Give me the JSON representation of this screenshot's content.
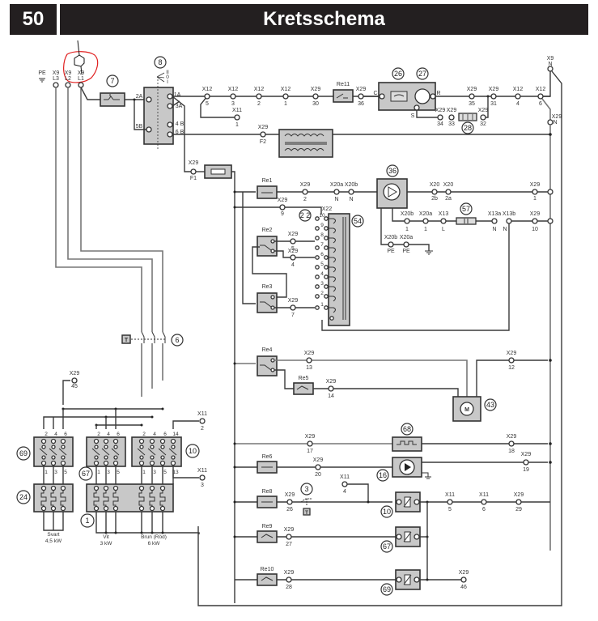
{
  "header": {
    "page_number": "50",
    "title": "Kretsschema"
  },
  "colors": {
    "header_bg": "#231f20",
    "component_fill": "#c8c8c8",
    "annotation_red": "#e02020"
  },
  "supply": {
    "pe": "PE",
    "terminals": [
      {
        "id": "X9",
        "pin": "L3"
      },
      {
        "id": "X9",
        "pin": "L2"
      },
      {
        "id": "X9",
        "pin": "L1"
      }
    ],
    "neutral": {
      "id": "X9",
      "pin": "N"
    }
  },
  "components": {
    "c7": "7",
    "c8": "8",
    "c26": "26",
    "c27": "27",
    "c28": "28",
    "c36": "36",
    "c54": "54",
    "c57": "57",
    "c22": "2 2",
    "c6": "6",
    "c69": "69",
    "c67": "67",
    "c10": "10",
    "c24": "24",
    "c1": "1",
    "c43": "43",
    "c68": "68",
    "c16": "16",
    "c3": "3",
    "c10b": "10",
    "c67b": "67",
    "c69b": "69"
  },
  "switch8": {
    "positions": [
      "II",
      "0",
      "I"
    ],
    "contacts": [
      "1A",
      "3A",
      "4 B",
      "6 B",
      "2A",
      "5B"
    ]
  },
  "top_row": [
    {
      "id": "X12",
      "pin": "5"
    },
    {
      "id": "X12",
      "pin": "3"
    },
    {
      "id": "X12",
      "pin": "2"
    },
    {
      "id": "X12",
      "pin": "1"
    },
    {
      "id": "X29",
      "pin": "30"
    },
    {
      "id": "X29",
      "pin": "36"
    },
    {
      "id": "X29",
      "pin": "35"
    },
    {
      "id": "X29",
      "pin": "31"
    },
    {
      "id": "X12",
      "pin": "4"
    },
    {
      "id": "X12",
      "pin": "6"
    }
  ],
  "relays": {
    "re11": "Re11",
    "re1": "Re1",
    "re2": "Re2",
    "re3": "Re3",
    "re4": "Re4",
    "re5": "Re5",
    "re6": "Re6",
    "re8": "Re8",
    "re9": "Re9",
    "re10": "Re10"
  },
  "compressor": {
    "c": "C",
    "r": "R",
    "s": "S"
  },
  "lower_comp_row": [
    {
      "id": "X29",
      "pin": "34"
    },
    {
      "id": "X29",
      "pin": "33"
    },
    {
      "id": "X29",
      "pin": "32"
    }
  ],
  "x11_1": {
    "id": "X11",
    "pin": "1"
  },
  "x29_f2": {
    "id": "X29",
    "pin": "F2"
  },
  "x29_f1": {
    "id": "X29",
    "pin": "F1"
  },
  "x29_n": {
    "id": "X29",
    "pin": "N"
  },
  "pump_row1": [
    {
      "id": "X29",
      "pin": "2"
    },
    {
      "id": "X20a",
      "pin": "N"
    },
    {
      "id": "X20b",
      "pin": "N"
    },
    {
      "id": "X20",
      "pin": "2b"
    },
    {
      "id": "X20",
      "pin": "2a"
    },
    {
      "id": "X29",
      "pin": "1"
    }
  ],
  "pump_row2": [
    {
      "id": "X20b",
      "pin": "1"
    },
    {
      "id": "X20a",
      "pin": "1"
    },
    {
      "id": "X13",
      "pin": "L"
    },
    {
      "id": "X13a",
      "pin": "N"
    },
    {
      "id": "X13b",
      "pin": "N"
    },
    {
      "id": "X29",
      "pin": "10"
    }
  ],
  "pump_pe": [
    {
      "id": "X20b",
      "pin": "PE"
    },
    {
      "id": "X20a",
      "pin": "PE"
    }
  ],
  "x29_9": {
    "id": "X29",
    "pin": "9"
  },
  "x22": "X22",
  "x22_pins": [
    "10",
    "9",
    "8",
    "7",
    "6",
    "5",
    "4",
    "3",
    "2",
    "1"
  ],
  "re2_terms": [
    {
      "id": "X29",
      "pin": "5"
    },
    {
      "id": "X29",
      "pin": "4"
    }
  ],
  "re3_term": {
    "id": "X29",
    "pin": "7"
  },
  "thermostat_label": "T",
  "re4_term": {
    "id": "X29",
    "pin": "13"
  },
  "re5_term": {
    "id": "X29",
    "pin": "14"
  },
  "motor_label": "M",
  "x29_12": {
    "id": "X29",
    "pin": "12"
  },
  "x29_45": {
    "id": "X29",
    "pin": "45"
  },
  "contactor_pins_top": [
    "2",
    "4",
    "6"
  ],
  "contactor_pins_bot": [
    "1",
    "3",
    "5"
  ],
  "contactor10_extra": [
    "14",
    "13"
  ],
  "x11_2": {
    "id": "X11",
    "pin": "2"
  },
  "x11_3": {
    "id": "X11",
    "pin": "3"
  },
  "heaters": {
    "h24": {
      "color": "Svart",
      "power": "4,5 kW"
    },
    "h1a": {
      "color": "Vit",
      "power": "3 kW"
    },
    "h1b": {
      "color": "Brun (Röd)",
      "power": "6 kW"
    }
  },
  "row68": [
    {
      "id": "X29",
      "pin": "17"
    },
    {
      "id": "X29",
      "pin": "18"
    }
  ],
  "row16": [
    {
      "id": "X29",
      "pin": "20"
    },
    {
      "id": "X29",
      "pin": "19"
    }
  ],
  "row_re8": [
    {
      "id": "X29",
      "pin": "26"
    },
    {
      "id": "X11",
      "pin": "4"
    },
    {
      "id": "X11",
      "pin": "5"
    },
    {
      "id": "X11",
      "pin": "6"
    },
    {
      "id": "X29",
      "pin": "29"
    }
  ],
  "row_re9": {
    "id": "X29",
    "pin": "27"
  },
  "row_re10": [
    {
      "id": "X29",
      "pin": "28"
    },
    {
      "id": "X29",
      "pin": "46"
    }
  ]
}
